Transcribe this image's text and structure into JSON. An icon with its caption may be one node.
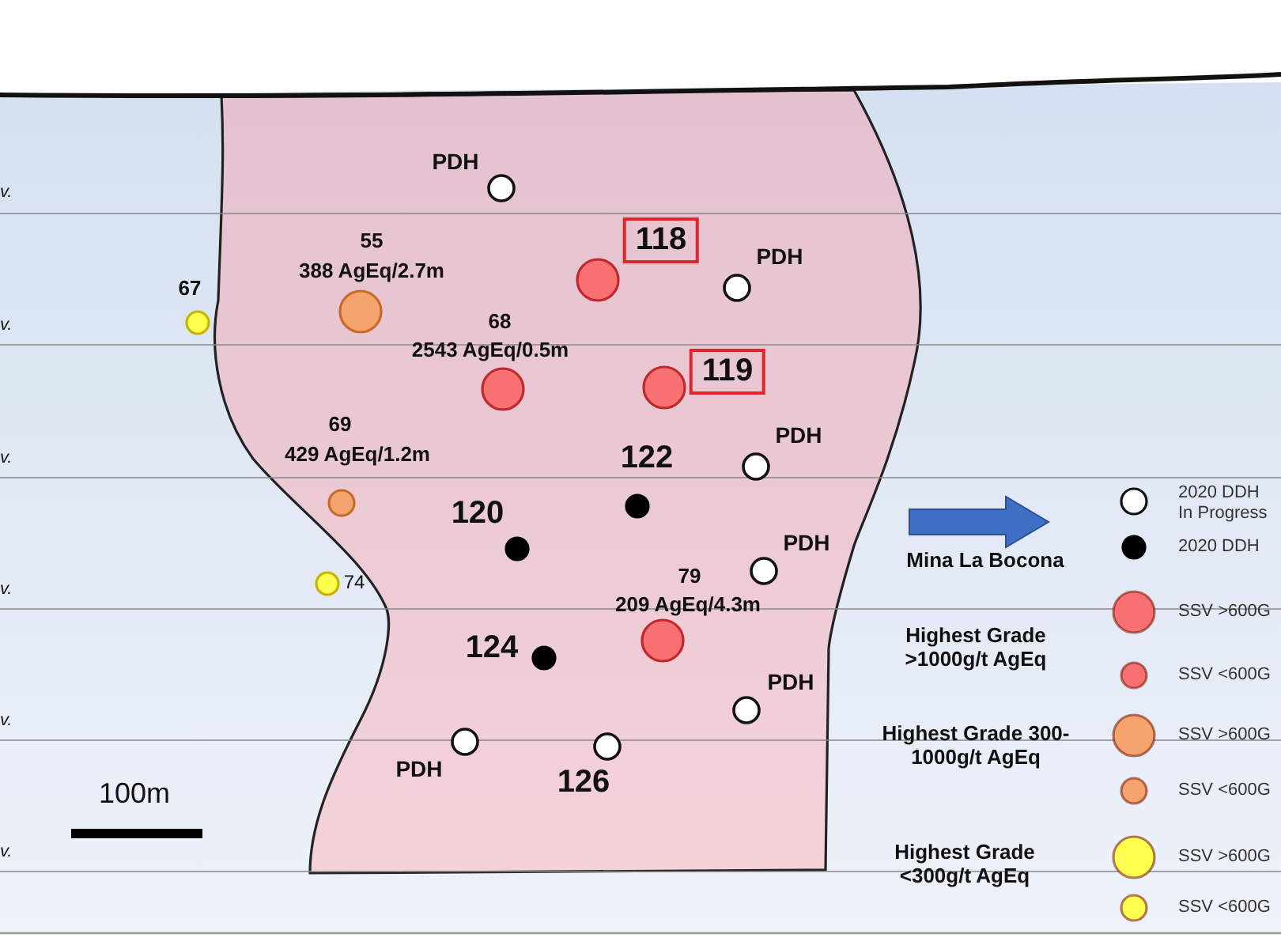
{
  "diagram": {
    "labels": [
      "v.",
      "PDH",
      "55",
      "388 AgEq/2.7m",
      "118",
      "67",
      "PDH",
      "v.",
      "68",
      "2543 AgEq/0.5m",
      "119",
      "69",
      "v.",
      "429 AgEq/1.2m",
      "122",
      "PDH",
      "120",
      "Mina La Bocona",
      "PDH",
      "v.",
      "74",
      "79",
      "209 AgEq/4.3m",
      "Highest Grade >1000g/t AgEq",
      "124",
      "PDH",
      "v.",
      "PDH",
      "126",
      "Highest Grade 300-1000g/t AgEq",
      "100m",
      "Highest Grade <300g/t AgEq",
      "v."
    ],
    "legend": [
      {
        "text": "2020 DDH In Progress"
      },
      {
        "text": "2020 DDH",
        "color": "#000000"
      },
      {
        "text": "SSV >600G",
        "color": "#f87171"
      },
      {
        "text": "SSV <600G",
        "color": "#f87171"
      },
      {
        "text": "SSV >600G",
        "color": "#f4a46c"
      },
      {
        "text": "SSV <600G",
        "color": "#f4a46c"
      },
      {
        "text": "SSV >600G",
        "color": "#ffff4d"
      },
      {
        "text": "SSV <600G",
        "color": "#ffff4d"
      }
    ]
  }
}
